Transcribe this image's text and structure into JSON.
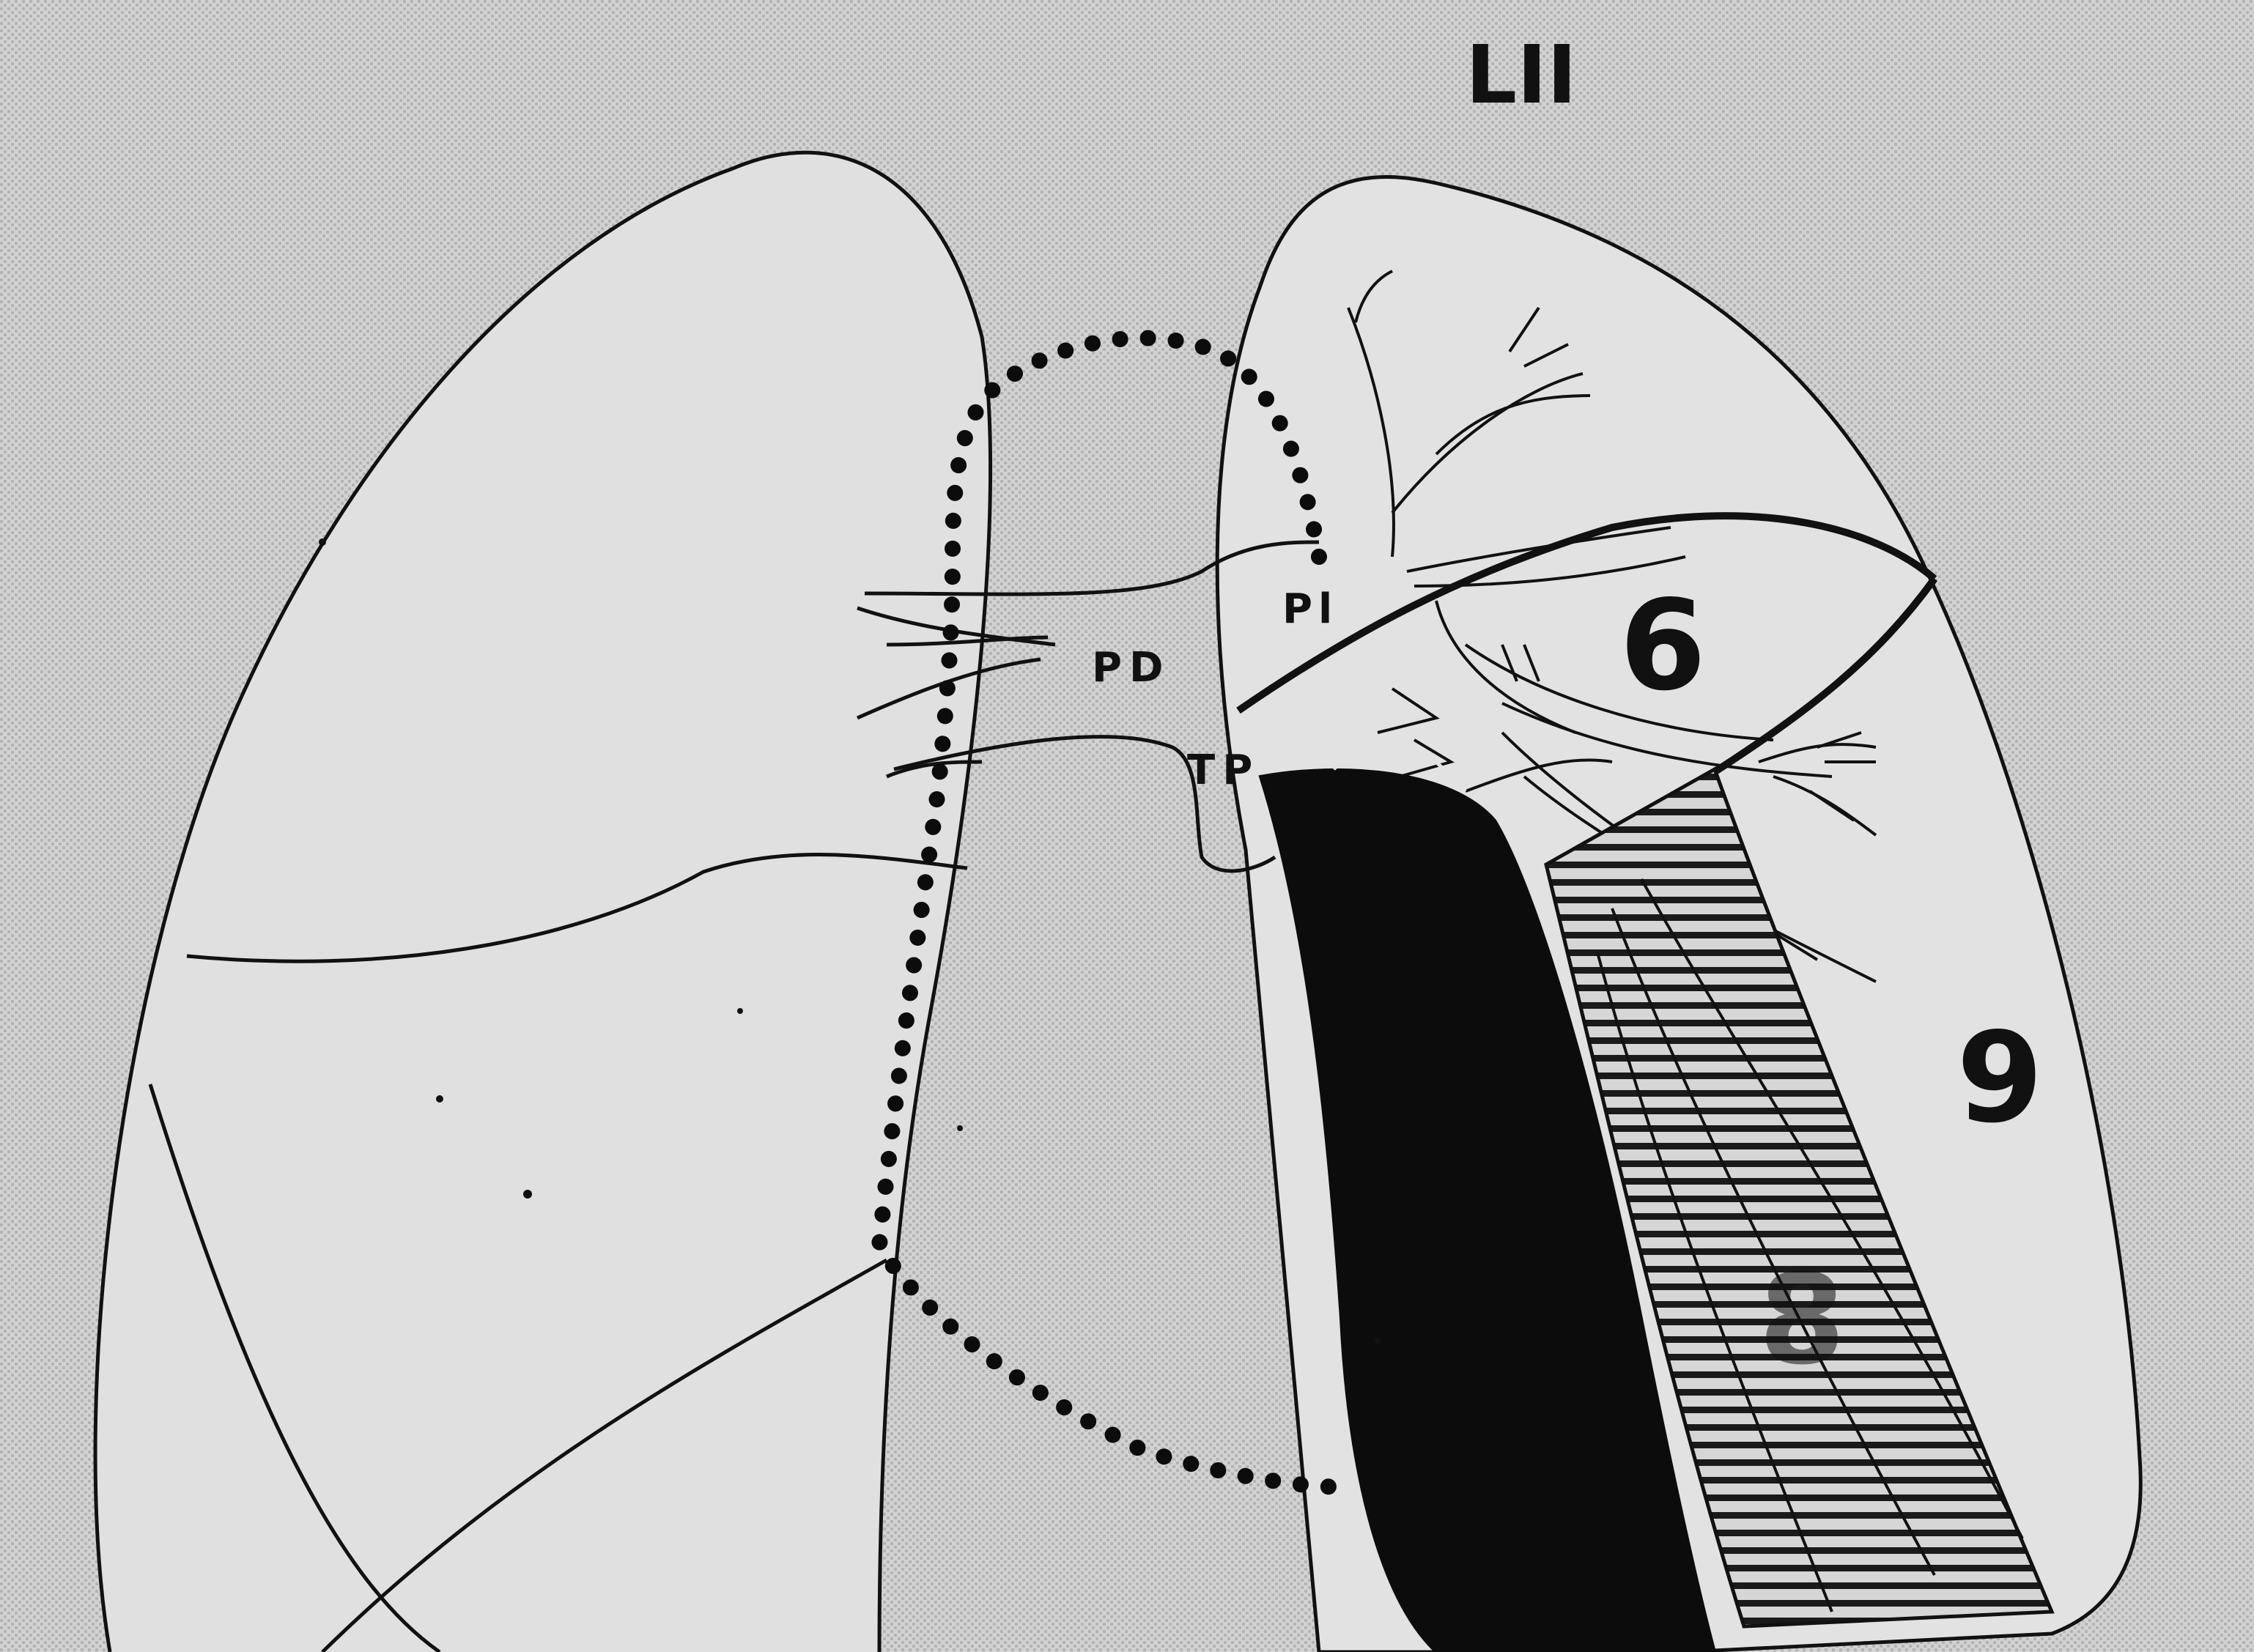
{
  "figure": {
    "header_label": "LII",
    "vessel_labels": {
      "pd": "PD",
      "pl": "Pl",
      "tp": "TP"
    },
    "segment_labels": {
      "seg6": "6",
      "seg8": "8",
      "seg9": "9"
    },
    "colors": {
      "background": "#d2d2d2",
      "ink": "#111111",
      "lung_fill": "#e2e2e2"
    }
  }
}
